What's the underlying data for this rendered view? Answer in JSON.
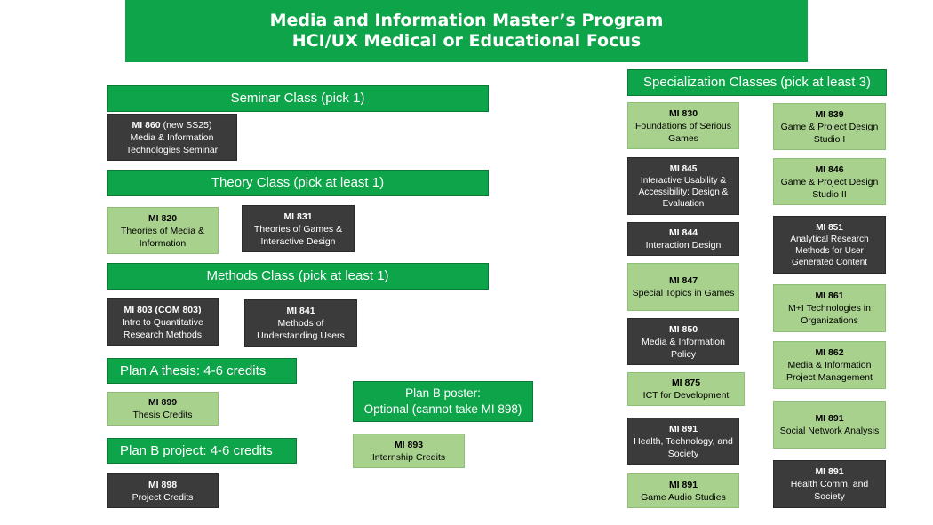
{
  "title": {
    "line1": "Media and Information Master’s Program",
    "line2": "HCI/UX Medical or Educational Focus"
  },
  "colors": {
    "header_green": "#0ea44a",
    "elective_light": "#a9d18e",
    "core_dark": "#3b3b3b"
  },
  "seminar": {
    "header": "Seminar Class (pick 1)",
    "courses": [
      {
        "code": "MI 860",
        "note": "(new SS25)",
        "name": "Media & Information Technologies Seminar",
        "style": "dark"
      }
    ]
  },
  "theory": {
    "header": "Theory Class (pick at least 1)",
    "courses": [
      {
        "code": "MI 820",
        "name": "Theories of Media & Information",
        "style": "light"
      },
      {
        "code": "MI 831",
        "name": "Theories of Games & Interactive Design",
        "style": "dark"
      }
    ]
  },
  "methods": {
    "header": "Methods Class (pick at least 1)",
    "courses": [
      {
        "code": "MI 803 (COM 803)",
        "name": "Intro to Quantitative Research Methods",
        "style": "dark"
      },
      {
        "code": "MI 841",
        "name": "Methods of Understanding Users",
        "style": "dark"
      }
    ]
  },
  "plan_a": {
    "header": "Plan A thesis: 4-6 credits",
    "courses": [
      {
        "code": "MI 899",
        "name": "Thesis Credits",
        "style": "light"
      }
    ]
  },
  "plan_b_project": {
    "header": "Plan B project: 4-6 credits",
    "courses": [
      {
        "code": "MI 898",
        "name": "Project Credits",
        "style": "dark"
      }
    ]
  },
  "plan_b_poster": {
    "header_line1": "Plan B poster:",
    "header_line2": "Optional (cannot take MI 898)",
    "courses": [
      {
        "code": "MI 893",
        "name": "Internship Credits",
        "style": "light"
      }
    ]
  },
  "specialization": {
    "header": "Specialization Classes (pick at least 3)",
    "left": [
      {
        "code": "MI 830",
        "name": "Foundations of Serious Games",
        "style": "light"
      },
      {
        "code": "MI 845",
        "name": "Interactive Usability & Accessibility: Design & Evaluation",
        "style": "dark"
      },
      {
        "code": "MI 844",
        "name": "Interaction Design",
        "style": "dark"
      },
      {
        "code": "MI 847",
        "name": "Special Topics in Games",
        "style": "light"
      },
      {
        "code": "MI 850",
        "name": "Media & Information Policy",
        "style": "dark"
      },
      {
        "code": "MI 875",
        "name": "ICT for Development",
        "style": "light"
      },
      {
        "code": "MI 891",
        "name": "Health, Technology, and Society",
        "style": "dark"
      },
      {
        "code": "MI 891",
        "name": "Game Audio Studies",
        "style": "light"
      }
    ],
    "right": [
      {
        "code": "MI 839",
        "name": "Game & Project Design Studio I",
        "style": "light"
      },
      {
        "code": "MI 846",
        "name": "Game & Project Design Studio II",
        "style": "light"
      },
      {
        "code": "MI 851",
        "name": "Analytical Research Methods for User Generated Content",
        "style": "dark"
      },
      {
        "code": "MI 861",
        "name": "M+I Technologies in Organizations",
        "style": "light"
      },
      {
        "code": "MI 862",
        "name": "Media & Information Project Management",
        "style": "light"
      },
      {
        "code": "MI 891",
        "name": "Social Network Analysis",
        "style": "light"
      },
      {
        "code": "MI 891",
        "name": "Health Comm. and Society",
        "style": "dark"
      }
    ]
  }
}
